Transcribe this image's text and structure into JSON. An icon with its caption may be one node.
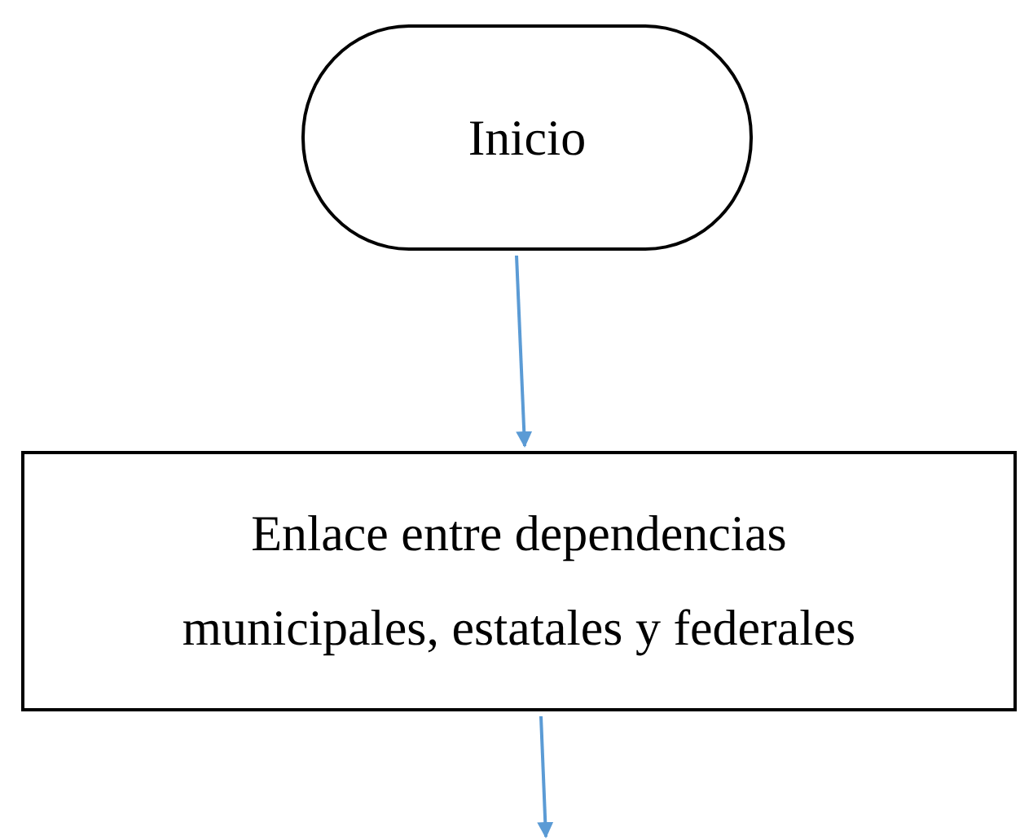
{
  "diagram": {
    "nodes": [
      {
        "text": [
          "Inicio"
        ]
      },
      {
        "text": [
          "Enlace entre dependencias municipales, estatales y federales"
        ]
      }
    ],
    "edges": [
      {
        "from": 0,
        "to": 1,
        "arrow": "to"
      },
      {
        "from": 1,
        "to": null,
        "arrow": "to"
      }
    ]
  }
}
